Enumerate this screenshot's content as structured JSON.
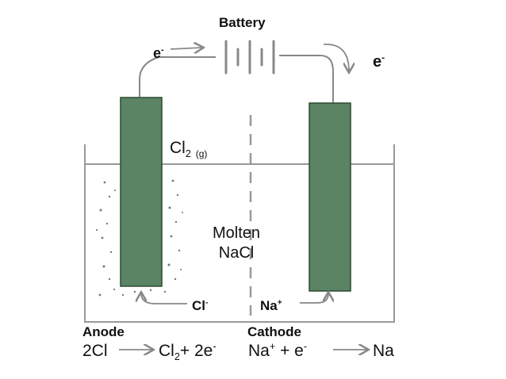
{
  "battery": {
    "label": "Battery"
  },
  "electron_left": {
    "base": "e",
    "sup": "-"
  },
  "electron_right": {
    "base": "e",
    "sup": "-"
  },
  "gas_product": {
    "base": "Cl",
    "sub": "2",
    "state": "(g)"
  },
  "electrolyte": {
    "line1": "Molten",
    "line2": "NaCl"
  },
  "anion": {
    "base": "Cl",
    "sup": "-"
  },
  "cation": {
    "base": "Na",
    "sup": "+"
  },
  "anode": {
    "label": "Anode",
    "reactant": "2Cl",
    "product_base": "Cl",
    "product_sub": "2",
    "plus": "+",
    "electrons": "2e",
    "electrons_sup": "-"
  },
  "cathode": {
    "label": "Cathode",
    "reactant_base": "Na",
    "reactant_sup": "+",
    "plus": "+",
    "electron": "e",
    "electron_sup": "-",
    "product": "Na"
  },
  "colors": {
    "electrode_fill": "#5a8463",
    "electrode_stroke": "#2b4a31",
    "wire": "#888888",
    "container": "#999999",
    "text": "#111111"
  }
}
